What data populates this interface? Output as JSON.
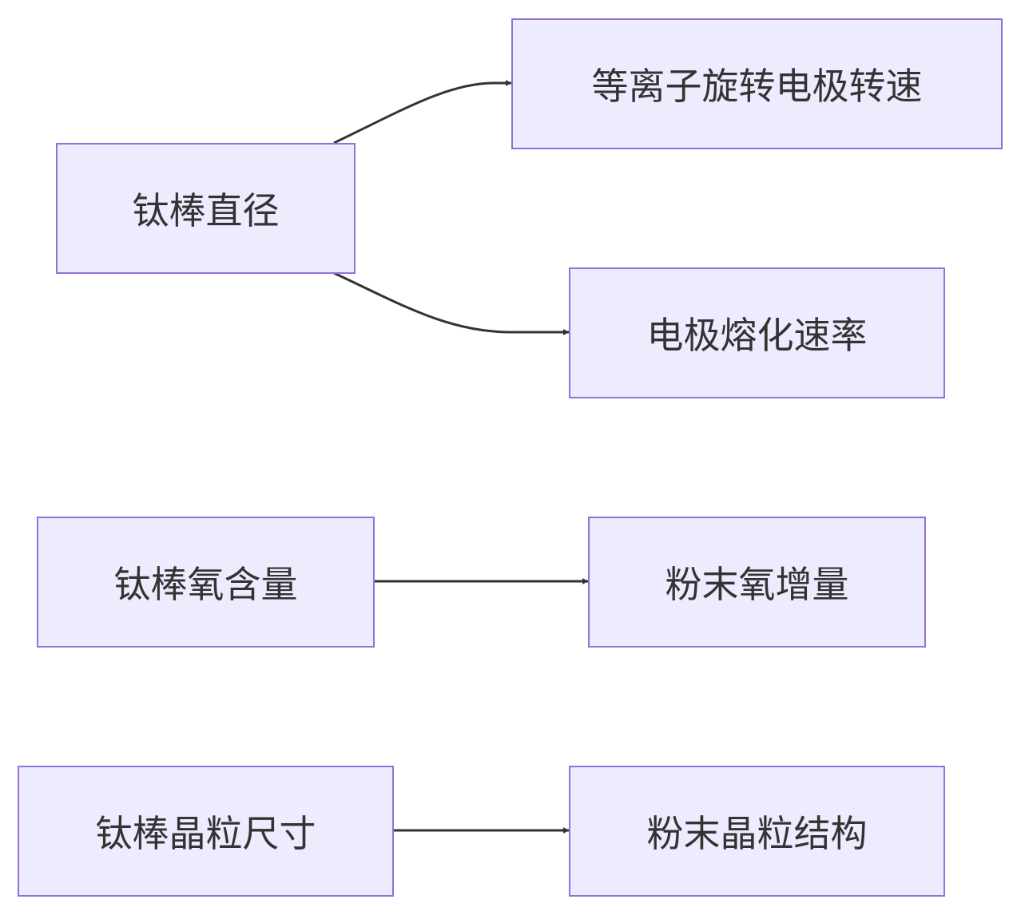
{
  "colors": {
    "node_fill": "#ececfe",
    "node_border": "#9370db",
    "edge": "#333333",
    "text": "#333333"
  },
  "nodes": [
    {
      "id": "diameter",
      "label": "钛棒直径"
    },
    {
      "id": "rotation",
      "label": "等离子旋转电极转速"
    },
    {
      "id": "melting",
      "label": "电极熔化速率"
    },
    {
      "id": "oxygen",
      "label": "钛棒氧含量"
    },
    {
      "id": "oxygen_gain",
      "label": "粉末氧增量"
    },
    {
      "id": "grain",
      "label": "钛棒晶粒尺寸"
    },
    {
      "id": "grain_structure",
      "label": "粉末晶粒结构"
    }
  ],
  "edges": [
    {
      "from": "diameter",
      "to": "rotation"
    },
    {
      "from": "diameter",
      "to": "melting"
    },
    {
      "from": "oxygen",
      "to": "oxygen_gain"
    },
    {
      "from": "grain",
      "to": "grain_structure"
    }
  ]
}
